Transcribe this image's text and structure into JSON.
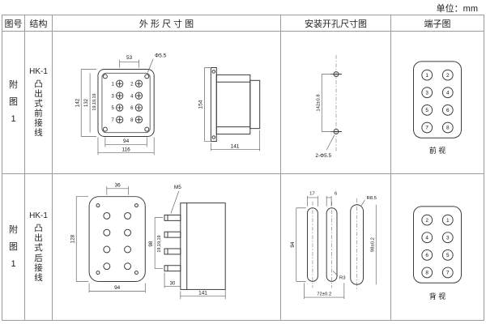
{
  "unit_label": "单位：mm",
  "headers": {
    "fig": "图号",
    "structure": "结构",
    "outline": "外 形 尺 寸 图",
    "mounting": "安装开孔尺寸图",
    "terminal": "端子图"
  },
  "rows": [
    {
      "fig_chars": [
        "附",
        "图",
        "1"
      ],
      "model": "HK-1",
      "structure_chars": [
        "凸",
        "出",
        "式",
        "前",
        "接",
        "线"
      ],
      "outline": {
        "dim_top": "53",
        "dim_hole": "Φ5.5",
        "dim_h_outer": "142",
        "dim_h_inner": "132",
        "dim_pitch": "19,19,19",
        "dim_w_inner": "94",
        "dim_w_outer": "116",
        "side_height": "154",
        "side_depth": "141",
        "terminals": [
          "1",
          "2",
          "3",
          "4",
          "5",
          "6",
          "7",
          "8"
        ]
      },
      "mounting": {
        "dim_v": "142±0.8",
        "holes": "2-Φ5.5"
      },
      "terminal": {
        "numbers": [
          "1",
          "2",
          "3",
          "4",
          "5",
          "6",
          "7",
          "8"
        ],
        "view": "前  视"
      }
    },
    {
      "fig_chars": [
        "附",
        "图",
        "1"
      ],
      "model": "HK-1",
      "structure_chars": [
        "凸",
        "出",
        "式",
        "后",
        "接",
        "线"
      ],
      "outline": {
        "dim_top": "36",
        "dim_h": "128",
        "dim_w": "94",
        "screw": "M5",
        "dim_side_h": "98",
        "dim_pitch": "19,19,19",
        "dim_30": "30",
        "dim_depth": "141"
      },
      "mounting": {
        "dim_17": "17",
        "dim_6": "6",
        "dim_r85": "R8.5",
        "dim_94": "94",
        "dim_98": "98±0.2",
        "dim_r3": "R3",
        "dim_72": "72±0.2"
      },
      "terminal": {
        "numbers": [
          "2",
          "1",
          "4",
          "3",
          "6",
          "5",
          "8",
          "7"
        ],
        "view": "背  视"
      }
    }
  ]
}
